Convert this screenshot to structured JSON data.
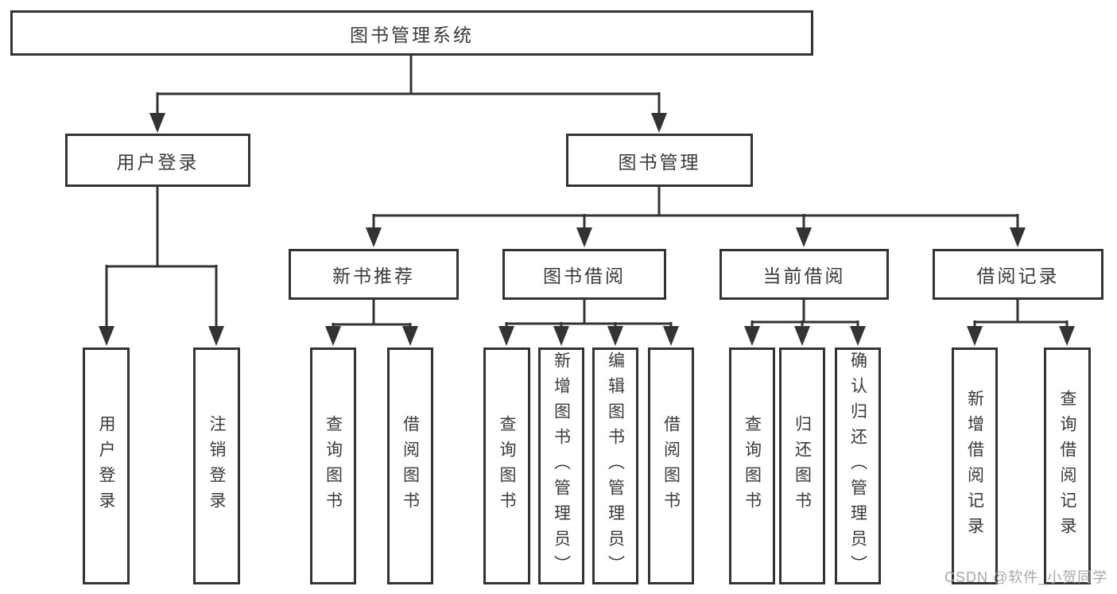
{
  "root": {
    "label": "图书管理系统"
  },
  "branches": {
    "user_login": {
      "label": "用户登录",
      "children": [
        {
          "label": "用户登录"
        },
        {
          "label": "注销登录"
        }
      ]
    },
    "book_mgmt": {
      "label": "图书管理",
      "groups": [
        {
          "label": "新书推荐",
          "children": [
            {
              "label": "查询图书"
            },
            {
              "label": "借阅图书"
            }
          ]
        },
        {
          "label": "图书借阅",
          "children": [
            {
              "label": "查询图书"
            },
            {
              "label": "新增图书（管理员）"
            },
            {
              "label": "编辑图书（管理员）"
            },
            {
              "label": "借阅图书"
            }
          ]
        },
        {
          "label": "当前借阅",
          "children": [
            {
              "label": "查询图书"
            },
            {
              "label": "归还图书"
            },
            {
              "label": "确认归还（管理员）"
            }
          ]
        },
        {
          "label": "借阅记录",
          "children": [
            {
              "label": "新增借阅记录"
            },
            {
              "label": "查询借阅记录"
            }
          ]
        }
      ]
    }
  },
  "watermark": {
    "text": "CSDN @软件_小贺同学"
  },
  "colors": {
    "line": "#333333",
    "text": "#3a3a3a",
    "background": "#ffffff",
    "watermark": "#a8a8a8"
  }
}
